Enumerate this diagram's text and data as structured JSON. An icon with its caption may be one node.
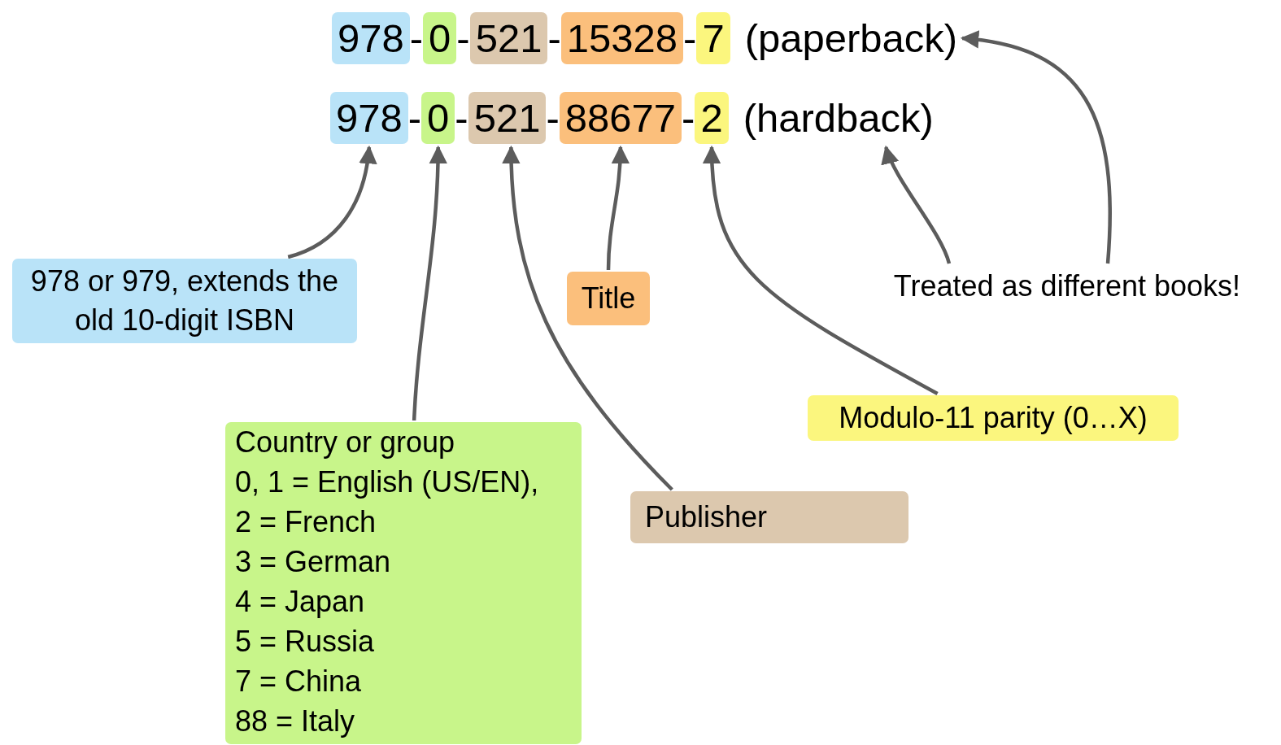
{
  "diagram": {
    "nodes": [
      {
        "text": [
          "978"
        ]
      },
      {
        "text": [
          "0"
        ]
      },
      {
        "text": [
          "521"
        ]
      },
      {
        "text": [
          "15328"
        ]
      },
      {
        "text": [
          "7"
        ]
      },
      {
        "text": [
          "(paperback)"
        ]
      },
      {
        "text": [
          "978"
        ]
      },
      {
        "text": [
          "0"
        ]
      },
      {
        "text": [
          "521"
        ]
      },
      {
        "text": [
          "88677"
        ]
      },
      {
        "text": [
          "2"
        ]
      },
      {
        "text": [
          "(hardback)"
        ]
      },
      {
        "text": [
          "978 or 979, extends the old 10-digit ISBN"
        ]
      },
      {
        "text": [
          "Title"
        ]
      },
      {
        "text": [
          "Treated as different books!"
        ]
      },
      {
        "text": [
          "Country or group",
          "0, 1 = English (US/EN),",
          "2 = French",
          "3 = German",
          "4 = Japan",
          "5 = Russia",
          "7 = China",
          "88 = Italy"
        ]
      },
      {
        "text": [
          "Modulo-11 parity (0…X)"
        ]
      },
      {
        "text": [
          "Publisher"
        ]
      }
    ],
    "edges": [
      {
        "from": 12,
        "to": 6,
        "arrow": "to"
      },
      {
        "from": 15,
        "to": 7,
        "arrow": "to"
      },
      {
        "from": 17,
        "to": 8,
        "arrow": "to"
      },
      {
        "from": 13,
        "to": 9,
        "arrow": "to"
      },
      {
        "from": 16,
        "to": 10,
        "arrow": "to"
      },
      {
        "from": 14,
        "to": 11,
        "arrow": "to"
      },
      {
        "from": 14,
        "to": 5,
        "arrow": "to"
      }
    ],
    "labels": [
      "-",
      "-",
      "-",
      "-",
      "-",
      "-",
      "-",
      "-"
    ]
  }
}
